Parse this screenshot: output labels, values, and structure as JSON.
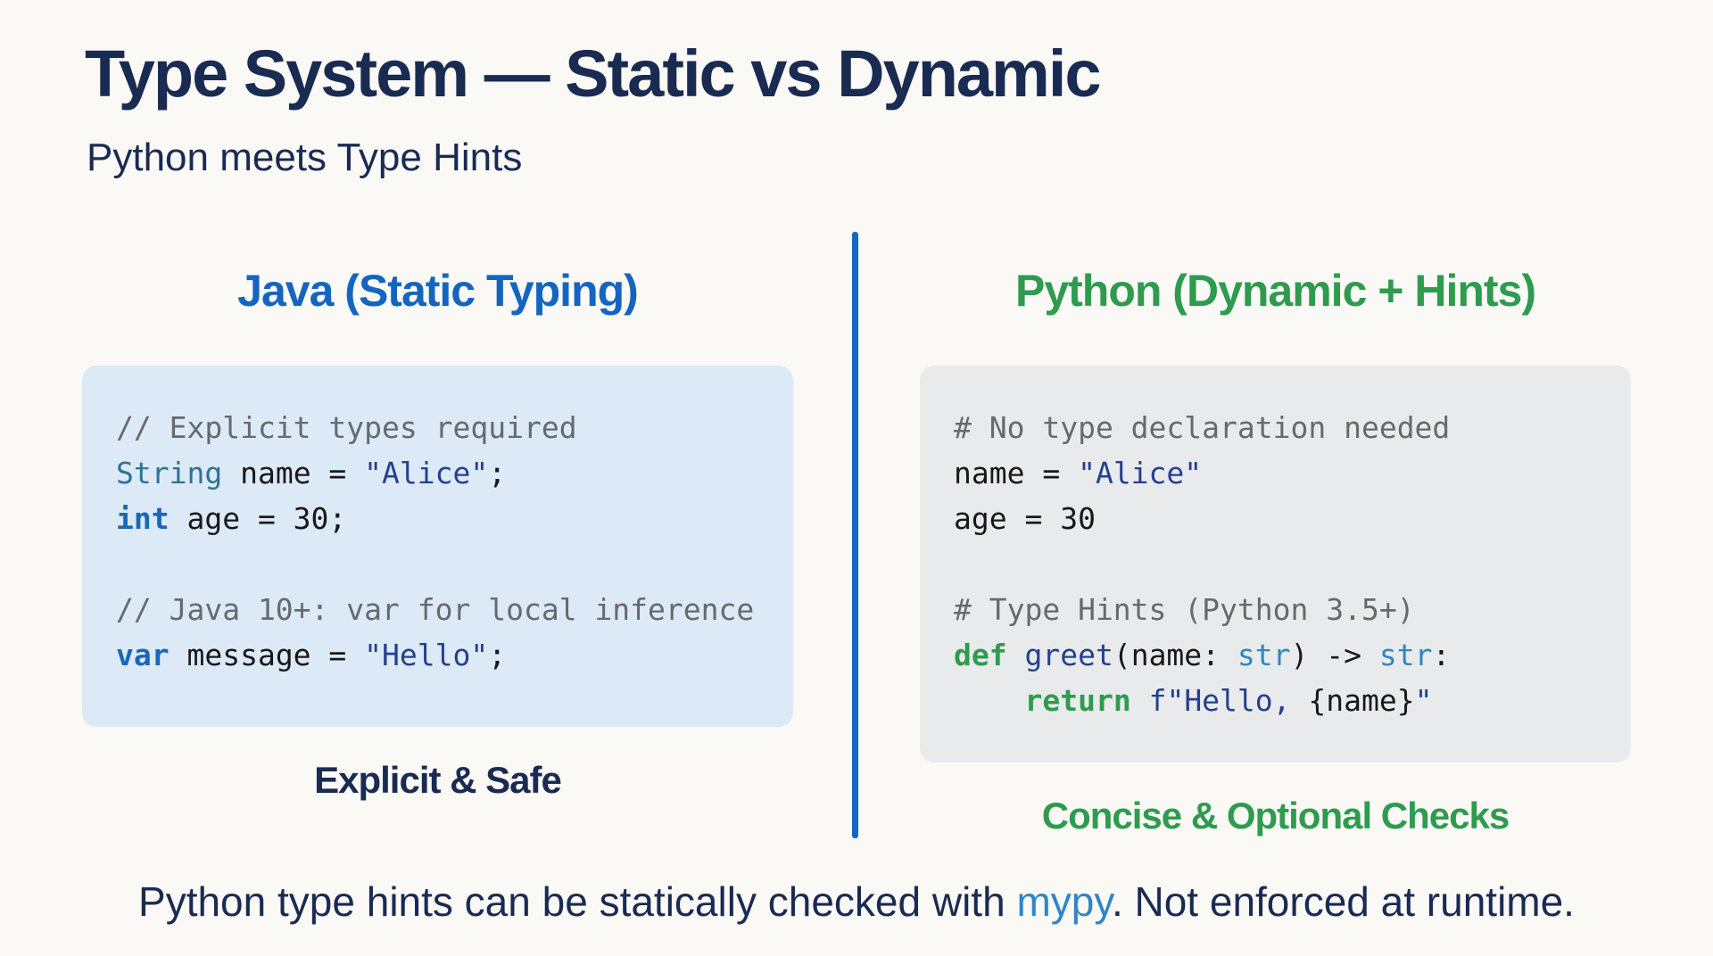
{
  "slide": {
    "title": "Type System — Static vs Dynamic",
    "subtitle": "Python meets Type Hints",
    "footer": {
      "text_before": "Python type hints can be statically checked with ",
      "link_text": "mypy",
      "text_after": ". Not enforced at runtime."
    }
  },
  "colors": {
    "navy": "#1a2b52",
    "java_blue": "#1565c0",
    "python_green": "#2e9b4e",
    "divider_blue": "#1468c0",
    "mypy_blue": "#2e86c8",
    "java_block_bg": "#dce9f6",
    "python_block_bg": "#e9eaec",
    "code_comment": "#66696e",
    "code_plain": "#17181a",
    "code_string": "#24408f",
    "code_keyword_blue": "#1b67b5",
    "code_type_teal": "#2d7396",
    "code_keyword_green": "#2e9b4e",
    "code_type_blue": "#2e86c1"
  },
  "columns": [
    {
      "id": "java",
      "header": "Java (Static Typing)",
      "caption": "Explicit & Safe",
      "code_lines": [
        [
          {
            "text": "// Explicit types required",
            "style": "comment"
          }
        ],
        [
          {
            "text": "String",
            "style": "type-teal"
          },
          {
            "text": " name = ",
            "style": "plain"
          },
          {
            "text": "\"Alice\"",
            "style": "string"
          },
          {
            "text": ";",
            "style": "plain"
          }
        ],
        [
          {
            "text": "int",
            "style": "keyword-blue"
          },
          {
            "text": " age = 30;",
            "style": "plain"
          }
        ],
        [],
        [
          {
            "text": "// Java 10+: var for local inference",
            "style": "comment"
          }
        ],
        [
          {
            "text": "var",
            "style": "keyword-blue"
          },
          {
            "text": " message = ",
            "style": "plain"
          },
          {
            "text": "\"Hello\"",
            "style": "string"
          },
          {
            "text": ";",
            "style": "plain"
          }
        ]
      ]
    },
    {
      "id": "python",
      "header": "Python (Dynamic + Hints)",
      "caption": "Concise & Optional Checks",
      "code_lines": [
        [
          {
            "text": "# No type declaration needed",
            "style": "comment"
          }
        ],
        [
          {
            "text": "name = ",
            "style": "plain"
          },
          {
            "text": "\"Alice\"",
            "style": "string"
          }
        ],
        [
          {
            "text": "age = 30",
            "style": "plain"
          }
        ],
        [],
        [
          {
            "text": "# Type Hints (Python 3.5+)",
            "style": "comment"
          }
        ],
        [
          {
            "text": "def",
            "style": "keyword-green"
          },
          {
            "text": " ",
            "style": "plain"
          },
          {
            "text": "greet",
            "style": "func"
          },
          {
            "text": "(name: ",
            "style": "plain"
          },
          {
            "text": "str",
            "style": "type-blue"
          },
          {
            "text": ") -> ",
            "style": "plain"
          },
          {
            "text": "str",
            "style": "type-blue"
          },
          {
            "text": ":",
            "style": "plain"
          }
        ],
        [
          {
            "text": "    ",
            "style": "plain"
          },
          {
            "text": "return",
            "style": "keyword-green"
          },
          {
            "text": " ",
            "style": "plain"
          },
          {
            "text": "f\"Hello, ",
            "style": "string"
          },
          {
            "text": "{name}",
            "style": "plain"
          },
          {
            "text": "\"",
            "style": "string"
          }
        ]
      ]
    }
  ]
}
